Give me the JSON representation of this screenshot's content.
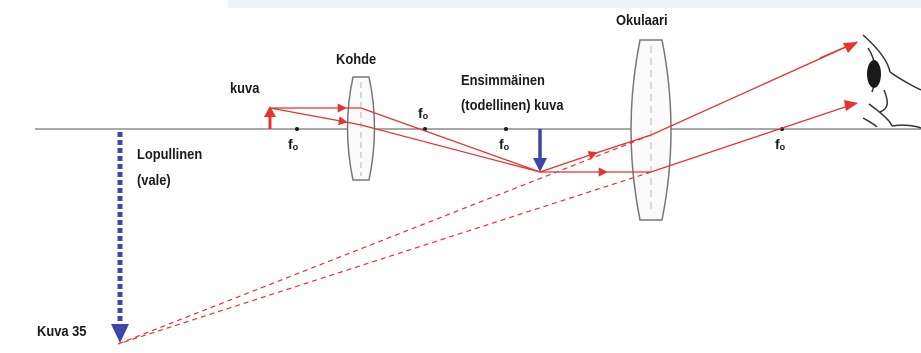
{
  "labels": {
    "object": "kuva",
    "objective": "Kohde",
    "first_image_line1": "Ensimmäinen",
    "first_image_line2": "(todellinen) kuva",
    "eyepiece": "Okulaari",
    "final_image_line1": "Lopullinen",
    "final_image_line2": "(vale)",
    "figure_caption": "Kuva 35"
  },
  "focal_label": {
    "letter": "f",
    "subscript": "o"
  },
  "colors": {
    "ray": "#e8322f",
    "object_arrow": "#e8322f",
    "real_image": "#3b47a6",
    "virtual_image": "#3b47a6",
    "axis": "#8c8c8c",
    "lens_edge": "#777777",
    "header_band": "#eef3f8"
  },
  "icons": [
    "eye-icon"
  ]
}
